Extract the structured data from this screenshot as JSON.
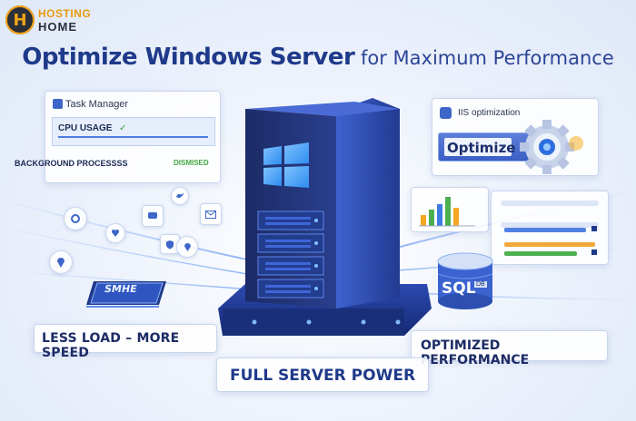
{
  "logo": {
    "top": "HOSTING",
    "bottom": "HOME",
    "badge_letter": "H"
  },
  "headline": {
    "bold": "Optimize Windows Server",
    "regular": " for Maximum Performance"
  },
  "task_manager": {
    "title": "Task Manager",
    "cpu_label": "CPU USAGE",
    "cpu_check": "✓",
    "background_label": "BACKGROUND PROCESSSS",
    "dismissed_label": "DISMISED"
  },
  "iis": {
    "title": "IIS optimization",
    "button_label": "Optimize"
  },
  "chip": {
    "label": "SMHE"
  },
  "sql": {
    "label": "SQL",
    "tag": "DB"
  },
  "labels": {
    "left": "LESS LOAD – MORE SPEED",
    "right": "OPTIMIZED PERFORMANCE",
    "center": "FULL SERVER POWER"
  },
  "icons": [
    "settings-icon",
    "gauge-icon",
    "chat-icon",
    "twitter-icon",
    "mail-icon",
    "location-icon",
    "shield-icon",
    "ssl-icon",
    "tools-icon"
  ],
  "colors": {
    "accent": "#1f3a8a",
    "logo_orange": "#e89a10",
    "green": "#41a843"
  }
}
